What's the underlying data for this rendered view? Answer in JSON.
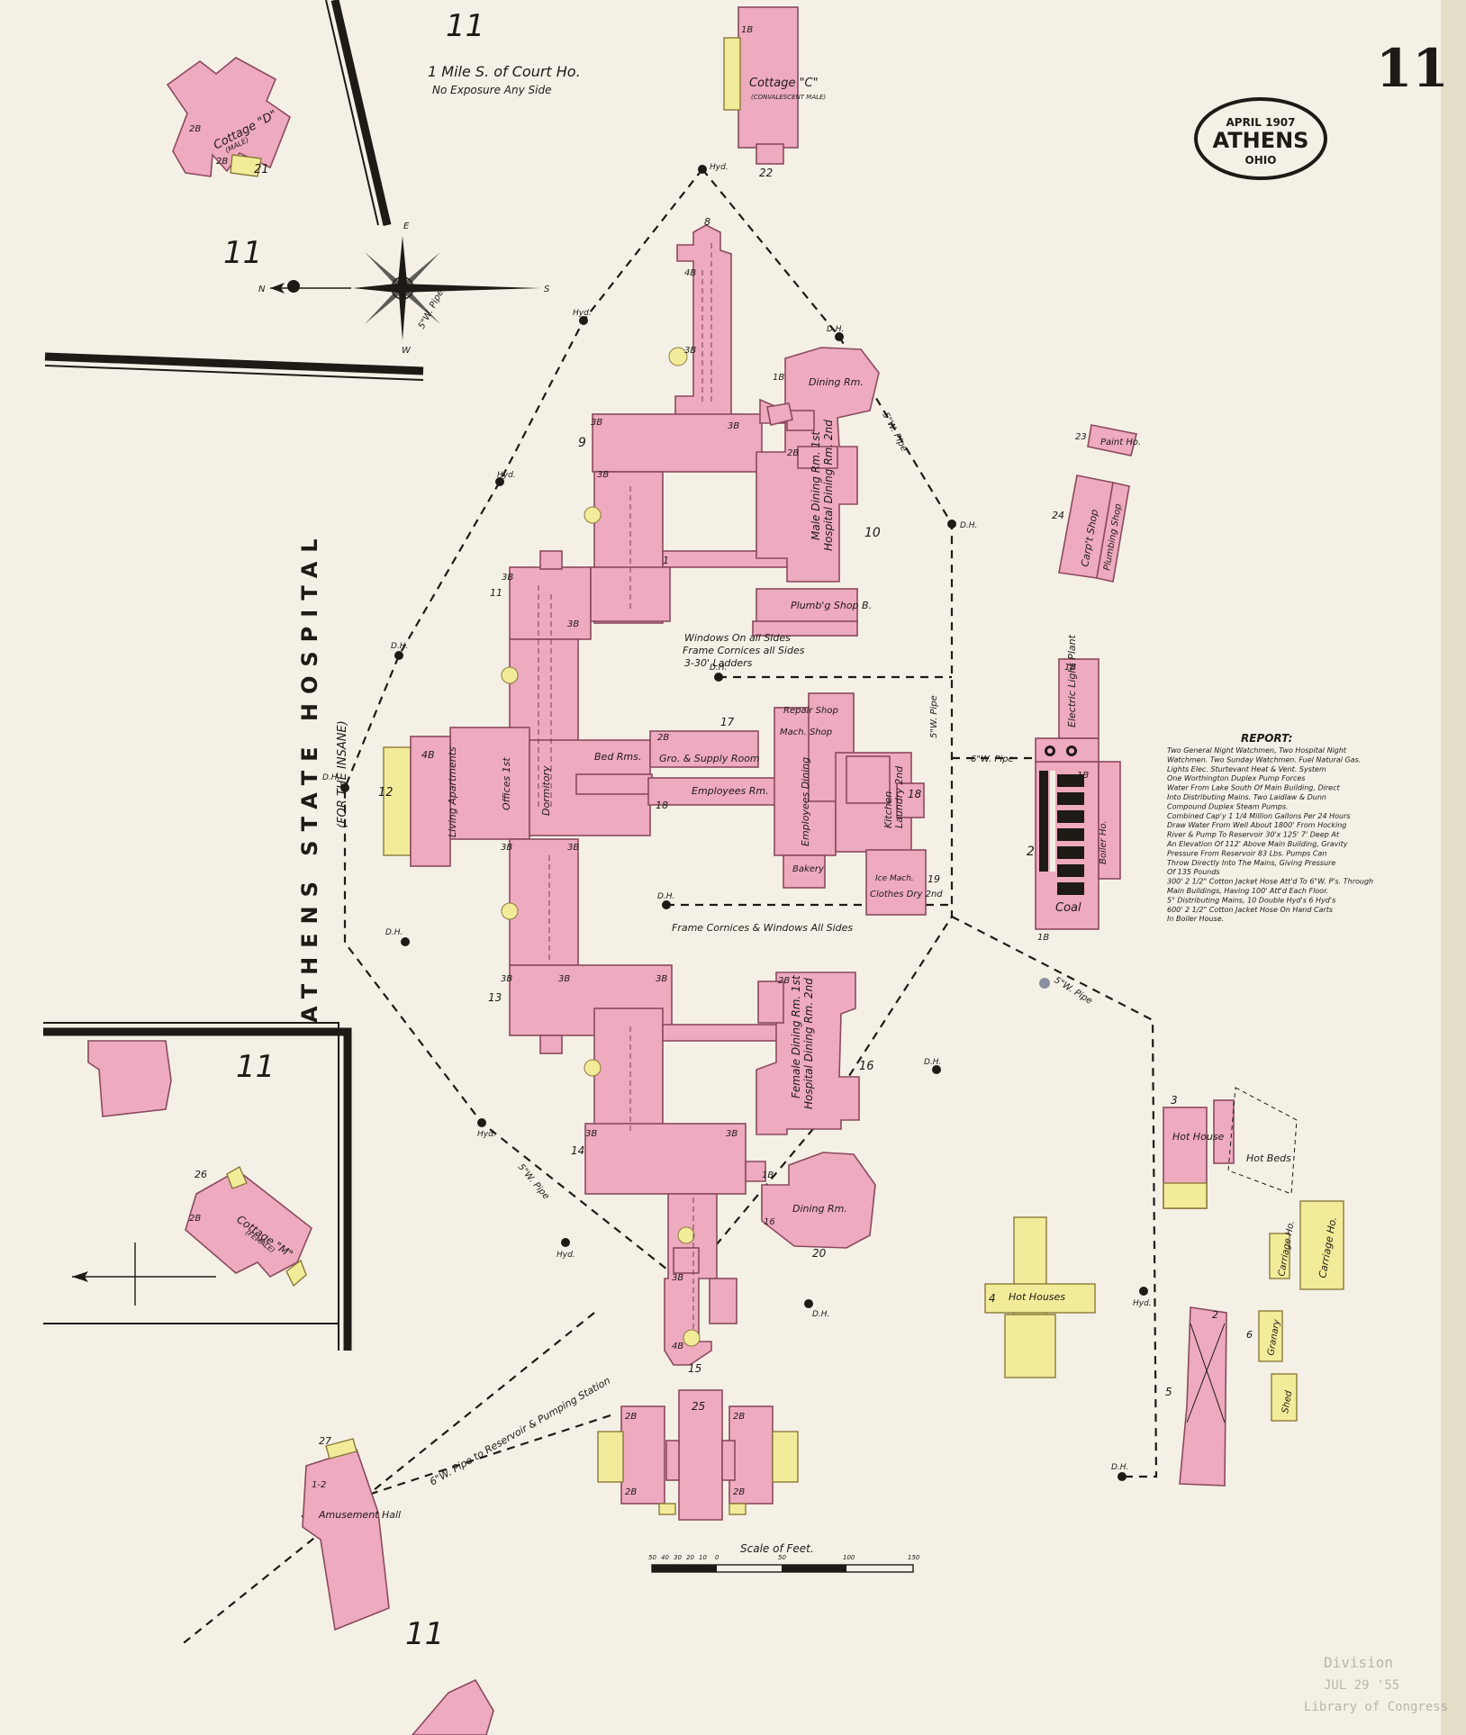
{
  "sheet": {
    "page_number": "11",
    "city": "ATHENS",
    "state": "OHIO",
    "date": "APRIL 1907",
    "adjoining_sheet_labels": [
      "11",
      "11",
      "11",
      "11"
    ],
    "location_note": "1 Mile S. of Court Ho.",
    "exposure_note": "No Exposure Any Side",
    "institution_title": "ATHENS STATE HOSPITAL",
    "institution_subtitle": "(FOR THE INSANE)",
    "stamp_lines": [
      "Division",
      "JUL 29 '55",
      "Library of Congress"
    ]
  },
  "notes": {
    "windows_all_sides": "Windows On all Sides",
    "frame_cornices": "Frame Cornices all Sides",
    "ladders": "3-30' Ladders",
    "frame_cornices_windows": "Frame Cornices & Windows All Sides"
  },
  "pipes": {
    "pipe_5w_1": "5\"W. Pipe",
    "pipe_5w_2": "5\"W. Pipe",
    "pipe_5w_3": "5\"W. Pipe",
    "pipe_5w_4": "5\"W. Pipe",
    "pipe_5w_5": "5\"W. Pipe",
    "pipe_6w": "6\"W. Pipe",
    "reservoir_pipe": "6\"W. Pipe to Reservoir & Pumping Station"
  },
  "hydrants": {
    "hyd": "Hyd.",
    "dh": "D.H."
  },
  "buildings": {
    "dining_rm": "Dining Rm.",
    "male_dining": "Male Dining Rm. 1st",
    "hospital_dining_male": "Hospital Dining Rm. 2nd",
    "plumbing_shop": "Plumb'g Shop B.",
    "employees_rm": "Employees Rm.",
    "gro_supply": "Gro. & Supply Room",
    "bed_rms": "Bed Rms.",
    "living_apartments": "Living Apartments",
    "offices": "Offices 1st",
    "dormitory": "Dormitory",
    "repair_shop": "Repair Shop",
    "mach_shop": "Mach. Shop",
    "kitchen": "Kitchen",
    "laundry": "Laundry 2nd",
    "employees_dining": "Employees Dining",
    "bakery": "Bakery",
    "ice_mach": "Ice Mach.",
    "clothes_dry": "Clothes Dry 2nd",
    "female_dining": "Female Dining Rm. 1st",
    "hospital_dining_female": "Hospital Dining Rm. 2nd",
    "dining_rm_2": "Dining Rm.",
    "electric_light_plant": "Electric Light Plant",
    "boiler_ho": "Boiler Ho.",
    "coal": "Coal",
    "carpt_shop": "Carp't Shop",
    "plumbing_shop_2": "Plumbing Shop",
    "paint_ho": "Paint Ho.",
    "hot_house": "Hot House",
    "hot_beds": "Hot Beds",
    "hot_houses": "Hot Houses",
    "carriage_ho": "Carriage Ho.",
    "carriage_ho_2": "Carriage Ho.",
    "granary": "Granary",
    "shed": "Shed",
    "amusement_hall": "Amusement Hall",
    "cottage_c": "Cottage \"C\"",
    "cottage_c_sub": "(CONVALESCENT MALE)",
    "cottage_d": "Cottage \"D\"",
    "cottage_d_sub": "(MALE)",
    "cottage_m": "Cottage \"M\"",
    "cottage_m_sub": "(FEMALE)"
  },
  "numbers": {
    "n1": "1",
    "n2": "2",
    "n3": "3",
    "n4": "4",
    "n5": "5",
    "n6": "6",
    "n8": "8",
    "n9": "9",
    "n10": "10",
    "n11": "11",
    "n12": "12",
    "n13": "13",
    "n14": "14",
    "n15": "15",
    "n16": "16",
    "n17": "17",
    "n18": "18",
    "n19": "19",
    "n20": "20",
    "n21": "21",
    "n22": "22",
    "n23": "23",
    "n24": "24",
    "n25": "25",
    "n26": "26",
    "n27": "27",
    "s2b": "2B",
    "s3b": "3B",
    "s4b": "4B",
    "s1b": "1B",
    "s12": "1-2"
  },
  "report": {
    "title": "REPORT:",
    "lines": [
      "Two General Night Watchmen, Two Hospital Night",
      "Watchmen. Two Sunday Watchmen. Fuel Natural Gas.",
      "Lights Elec. Sturtevant Heat & Vent. System",
      "One Worthington Duplex Pump Forces",
      "Water From Lake South Of Main Building, Direct",
      "Into Distributing Mains. Two Laidlaw & Dunn",
      "Compound Duplex Steam Pumps.",
      "Combined Cap'y 1 1/4 Million Gallons Per 24 Hours",
      "Draw Water From Well About 1800' From Hocking",
      "River & Pump To Reservoir 30'x 125' 7' Deep At",
      "An Elevation Of 112' Above Main Building, Gravity",
      "Pressure From Reservoir 83 Lbs. Pumps Can",
      "Throw Directly Into The Mains, Giving Pressure",
      "Of 135 Pounds",
      "300' 2 1/2\" Cotton Jacket Hose Att'd To 6\"W. P's. Through",
      "Main Buildings, Having 100' Att'd Each Floor.",
      "5\" Distributing Mains, 10 Double Hyd's 6 Hyd's",
      "600' 2 1/2\" Cotton Jacket Hose On Hand Carts",
      "In Boiler House."
    ]
  },
  "scale": {
    "label": "Scale of Feet.",
    "ticks": [
      "50",
      "40",
      "30",
      "20",
      "10",
      "0",
      "50",
      "100",
      "150"
    ]
  },
  "compass": {
    "n": "N",
    "s": "S",
    "e": "E",
    "w": "W"
  },
  "colors": {
    "paper": "#f4f0e6",
    "brick": "#eeaabf",
    "brick_stroke": "#8a4a5e",
    "frame": "#f2ec9a",
    "ink": "#1e1a16"
  }
}
